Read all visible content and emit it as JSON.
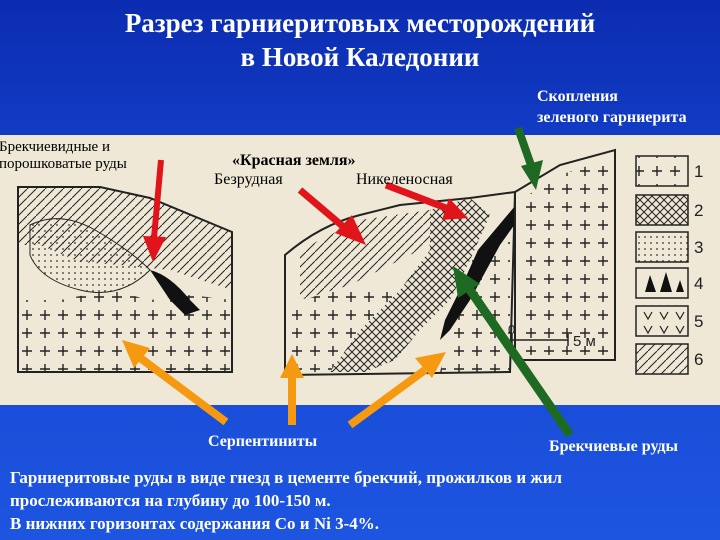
{
  "title": {
    "line1": "Разрез гарниеритовых месторождений",
    "line2": "в Новой Каледонии"
  },
  "labels": {
    "clusters_line1": "Скопления",
    "clusters_line2": "зеленого гарниерита",
    "breccia_line1": "Брекчиевидные и",
    "breccia_line2": "порошковатые руды",
    "red_earth": "«Красная земля»",
    "barren": "Безрудная",
    "nickel": "Никеленосная",
    "serpentinites": "Серпентиниты",
    "breccia_ores": "Брекчиевые руды"
  },
  "figure": {
    "scale_zero": "0",
    "scale_label": "5 м",
    "legend_numbers": [
      "1",
      "2",
      "3",
      "4",
      "5",
      "6"
    ]
  },
  "bottom": {
    "line1": "Гарниеритовые руды  в виде гнезд в цементе брекчий, прожилков и жил",
    "line2": "прослеживаются на глубину до 100-150 м.",
    "line3": "В нижних горизонтах содержания Co и Ni 3-4%."
  },
  "colors": {
    "background": "#1644d0",
    "red_arrow": "#e0141a",
    "orange_arrow": "#f59a10",
    "green_arrow": "#1f6a22"
  }
}
